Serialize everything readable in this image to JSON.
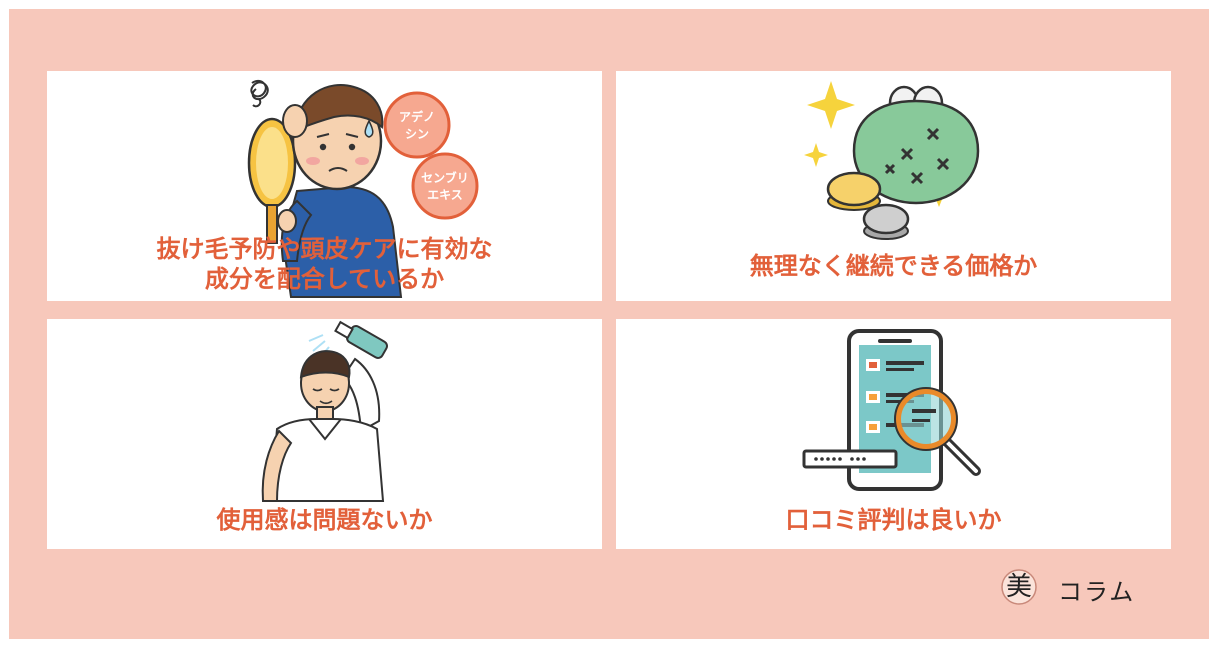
{
  "cards": [
    {
      "lines": [
        "抜け毛予防や頭皮ケアに有効な",
        "成分を配合しているか"
      ],
      "badges": [
        {
          "lines": [
            "アデノ",
            "シン"
          ]
        },
        {
          "lines": [
            "センブリ",
            "エキス"
          ]
        }
      ]
    },
    {
      "lines": [
        "無理なく継続できる価格か"
      ]
    },
    {
      "lines": [
        "使用感は問題ないか"
      ]
    },
    {
      "lines": [
        "口コミ評判は良いか"
      ]
    }
  ],
  "logo": {
    "mark": "美",
    "text": "コラム"
  },
  "colors": {
    "frame": "#f7c8bb",
    "accent": "#e2603a",
    "card": "#ffffff"
  }
}
